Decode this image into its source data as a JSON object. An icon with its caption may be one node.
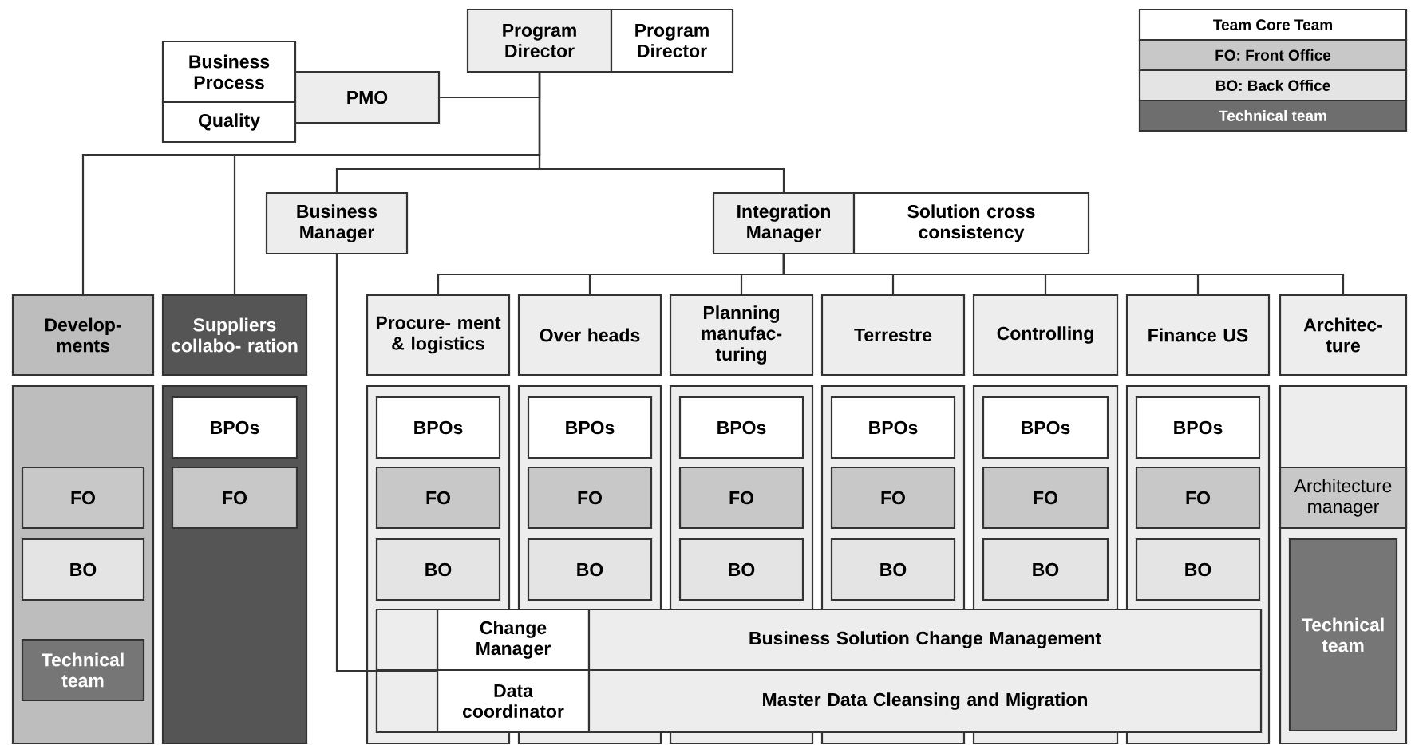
{
  "diagram": {
    "nodes": [
      {
        "text": [
          "Program Director"
        ]
      },
      {
        "text": [
          "Program Director"
        ]
      },
      {
        "text": [
          "Business Process"
        ]
      },
      {
        "text": [
          "Quality"
        ]
      },
      {
        "text": [
          "PMO"
        ]
      },
      {
        "text": [
          "Business Manager"
        ]
      },
      {
        "text": [
          "Integration Manager"
        ]
      },
      {
        "text": [
          "Solution cross consistency"
        ]
      },
      {
        "text": [
          "Develop- ments"
        ]
      },
      {
        "text": [
          "Suppliers collabo- ration"
        ]
      },
      {
        "text": [
          "Procure- ment & logistics"
        ]
      },
      {
        "text": [
          "Over heads"
        ]
      },
      {
        "text": [
          "Planning manufac- turing"
        ]
      },
      {
        "text": [
          "Terrestre"
        ]
      },
      {
        "text": [
          "Controlling"
        ]
      },
      {
        "text": [
          "Finance US"
        ]
      },
      {
        "text": [
          "Architec- ture"
        ]
      },
      {
        "text": [],
        "shape": "box"
      },
      {
        "text": [
          "FO"
        ],
        "in": 17
      },
      {
        "text": [
          "BO"
        ],
        "in": 17
      },
      {
        "text": [
          "Technical team"
        ],
        "in": 17
      },
      {
        "text": [],
        "shape": "box"
      },
      {
        "text": [
          "BPOs"
        ],
        "in": 21
      },
      {
        "text": [
          "FO"
        ],
        "in": 21
      },
      {
        "text": [],
        "shape": "box"
      },
      {
        "text": [
          "BPOs"
        ],
        "in": 24
      },
      {
        "text": [
          "FO"
        ],
        "in": 24
      },
      {
        "text": [
          "BO"
        ],
        "in": 24
      },
      {
        "text": [],
        "shape": "box"
      },
      {
        "text": [
          "BPOs"
        ],
        "in": 28
      },
      {
        "text": [
          "FO"
        ],
        "in": 28
      },
      {
        "text": [
          "BO"
        ],
        "in": 28
      },
      {
        "text": [],
        "shape": "box"
      },
      {
        "text": [
          "BPOs"
        ],
        "in": 32
      },
      {
        "text": [
          "FO"
        ],
        "in": 32
      },
      {
        "text": [
          "BO"
        ],
        "in": 32
      },
      {
        "text": [],
        "shape": "box"
      },
      {
        "text": [
          "BPOs"
        ],
        "in": 36
      },
      {
        "text": [
          "FO"
        ],
        "in": 36
      },
      {
        "text": [
          "BO"
        ],
        "in": 36
      },
      {
        "text": [],
        "shape": "box"
      },
      {
        "text": [
          "BPOs"
        ],
        "in": 40
      },
      {
        "text": [
          "FO"
        ],
        "in": 40
      },
      {
        "text": [
          "BO"
        ],
        "in": 40
      },
      {
        "text": [],
        "shape": "box"
      },
      {
        "text": [
          "BPOs"
        ],
        "in": 44
      },
      {
        "text": [
          "FO"
        ],
        "in": 44
      },
      {
        "text": [
          "BO"
        ],
        "in": 44
      },
      {
        "text": [],
        "shape": "box"
      },
      {
        "text": [
          "Architecture manager"
        ],
        "in": 48
      },
      {
        "text": [
          "Technical team"
        ],
        "in": 48
      },
      {
        "text": [],
        "shape": "box"
      },
      {
        "text": [
          "Change Manager"
        ],
        "in": 51
      },
      {
        "text": [
          "Business Solution Change Management"
        ],
        "in": 51
      },
      {
        "text": [
          "Data coordinator"
        ],
        "in": 51
      },
      {
        "text": [
          "Master Data Cleansing and Migration"
        ],
        "in": 51
      }
    ],
    "edges": [
      {
        "from": 0,
        "to": 4,
        "arrow": "none"
      },
      {
        "from": 0,
        "to": 8,
        "arrow": "none"
      },
      {
        "from": 0,
        "to": 9,
        "arrow": "none"
      },
      {
        "from": 0,
        "to": 5,
        "arrow": "none"
      },
      {
        "from": 0,
        "to": 6,
        "arrow": "none"
      },
      {
        "from": 6,
        "to": 10,
        "arrow": "none"
      },
      {
        "from": 6,
        "to": 11,
        "arrow": "none"
      },
      {
        "from": 6,
        "to": 12,
        "arrow": "none"
      },
      {
        "from": 6,
        "to": 13,
        "arrow": "none"
      },
      {
        "from": 6,
        "to": 14,
        "arrow": "none"
      },
      {
        "from": 6,
        "to": 15,
        "arrow": "none"
      },
      {
        "from": 6,
        "to": 16,
        "arrow": "none"
      },
      {
        "from": 5,
        "to": 52,
        "arrow": "none"
      }
    ],
    "legend": [
      {
        "text": "Team Core Team"
      },
      {
        "text": "FO: Front Office",
        "color": "#c8c8c8"
      },
      {
        "text": "BO: Back Office",
        "color": "#e4e4e4"
      },
      {
        "text": "Technical team",
        "color": "#6e6e6e"
      }
    ]
  }
}
